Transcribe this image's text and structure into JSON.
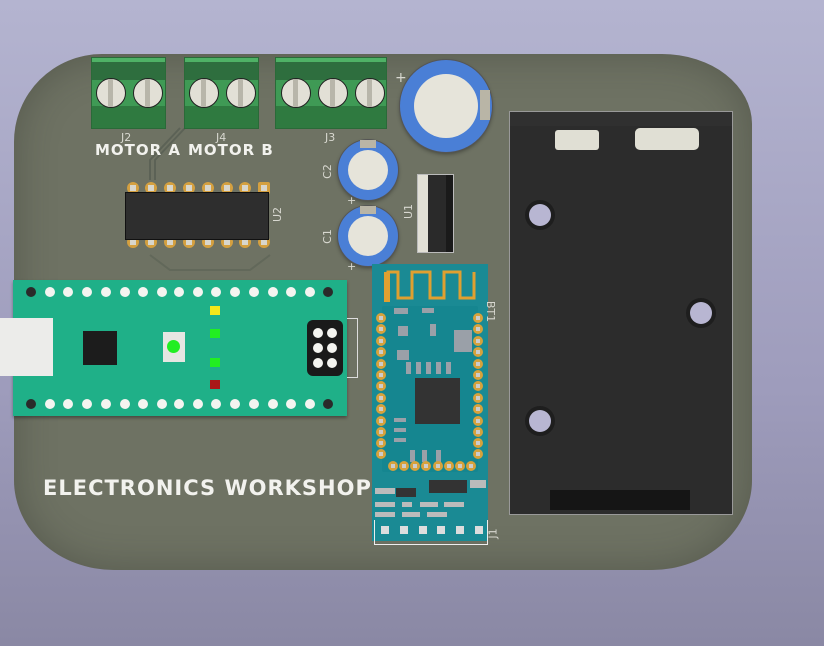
{
  "viewer": {
    "type": "3D PCB render",
    "background_top": "#b4b4d0",
    "background_bottom": "#8a88a4",
    "board_color": "#6e7263"
  },
  "board": {
    "silkscreen_title": "ELECTRONICS WORKSHOP",
    "labels": {
      "motor_a": "MOTOR A",
      "motor_b": "MOTOR B"
    }
  },
  "components": {
    "J2": {
      "ref": "J2",
      "type": "2-pin screw terminal",
      "color": "#3f9a55"
    },
    "J4": {
      "ref": "J4",
      "type": "2-pin screw terminal",
      "color": "#3f9a55"
    },
    "J3": {
      "ref": "J3",
      "type": "3-pin screw terminal",
      "color": "#3f9a55"
    },
    "C1": {
      "ref": "C1",
      "type": "electrolytic capacitor",
      "polarity": "+"
    },
    "C2": {
      "ref": "C2",
      "type": "electrolytic capacitor",
      "polarity": "+"
    },
    "C3": {
      "polarity": "+",
      "type": "large electrolytic capacitor"
    },
    "U1": {
      "ref": "U1",
      "type": "voltage regulator"
    },
    "U2": {
      "ref": "U2",
      "type": "16-pin DIP IC"
    },
    "BT1": {
      "ref": "BT1",
      "type": "Bluetooth module",
      "color": "#1a8a94"
    },
    "J1": {
      "ref": "J1",
      "type": "6-pin header"
    },
    "MCU": {
      "type": "microcontroller board",
      "color": "#1fb088",
      "leds": [
        "#f4e81a",
        "#22ee22",
        "#22ee22",
        "#aa1818"
      ]
    },
    "battery": {
      "type": "9V battery holder",
      "color": "#2c2c2c"
    }
  }
}
